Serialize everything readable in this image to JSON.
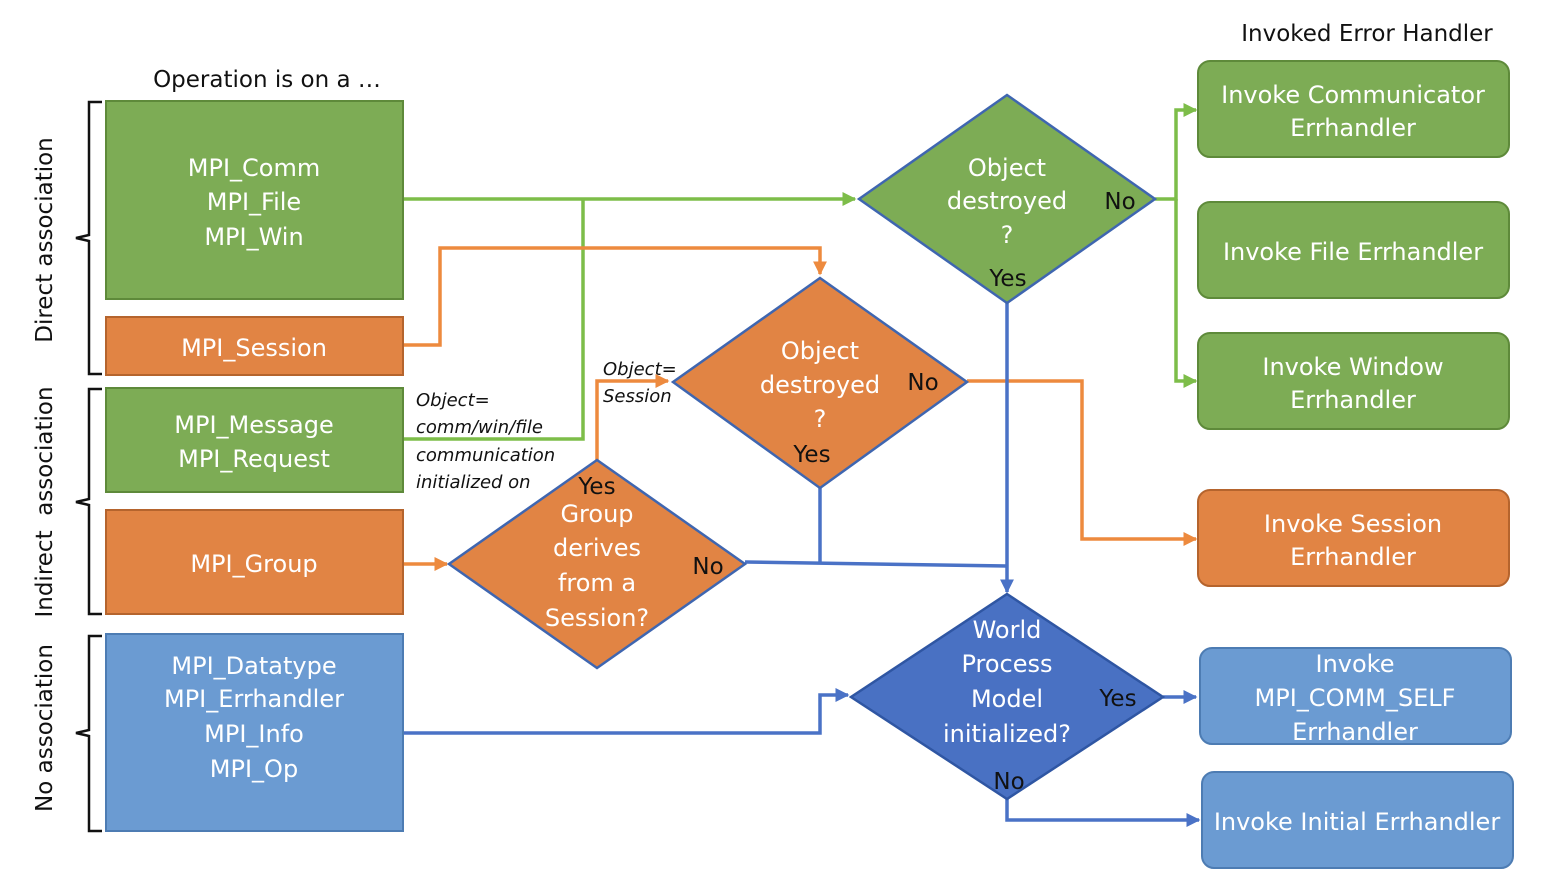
{
  "colors": {
    "green": "#7dac55",
    "orange": "#e18444",
    "blue_light": "#6b9bd2",
    "blue_dark": "#4971c3",
    "green_line": "#7dbd49",
    "orange_line": "#ed8a3e",
    "blue_line": "#4a72c6"
  },
  "headers": {
    "operation": "Operation is on a …",
    "error_handler": "Invoked Error Handler"
  },
  "side_labels": {
    "direct": "Direct association",
    "indirect": "Indirect  association",
    "none": "No association"
  },
  "sources": {
    "comm_file_win": [
      "MPI_Comm",
      "MPI_File",
      "MPI_Win"
    ],
    "session": [
      "MPI_Session"
    ],
    "message_request": [
      "MPI_Message",
      "MPI_Request"
    ],
    "group": [
      "MPI_Group"
    ],
    "no_assoc": [
      "MPI_Datatype",
      "MPI_Errhandler",
      "MPI_Info",
      "MPI_Op"
    ]
  },
  "decisions": {
    "object_destroyed_green": [
      "Object",
      "destroyed",
      "?"
    ],
    "object_destroyed_orange": [
      "Object",
      "destroyed",
      "?"
    ],
    "group_session": [
      "Group",
      "derives",
      "from a",
      "Session?"
    ],
    "world_process": [
      "World",
      "Process",
      "Model",
      "initialized?"
    ]
  },
  "branch_labels": {
    "yes": "Yes",
    "no": "No"
  },
  "notes": {
    "comm": [
      "Object=",
      "comm/win/file",
      "communication",
      "initialized on"
    ],
    "session": [
      "Object=",
      "Session"
    ]
  },
  "handlers": {
    "communicator": [
      "Invoke Communicator",
      "Errhandler"
    ],
    "file": [
      "Invoke File Errhandler"
    ],
    "window": [
      "Invoke Window",
      "Errhandler"
    ],
    "session": [
      "Invoke Session",
      "Errhandler"
    ],
    "comm_self": [
      "Invoke",
      "MPI_COMM_SELF",
      "Errhandler"
    ],
    "initial": [
      "Invoke Initial Errhandler"
    ]
  }
}
